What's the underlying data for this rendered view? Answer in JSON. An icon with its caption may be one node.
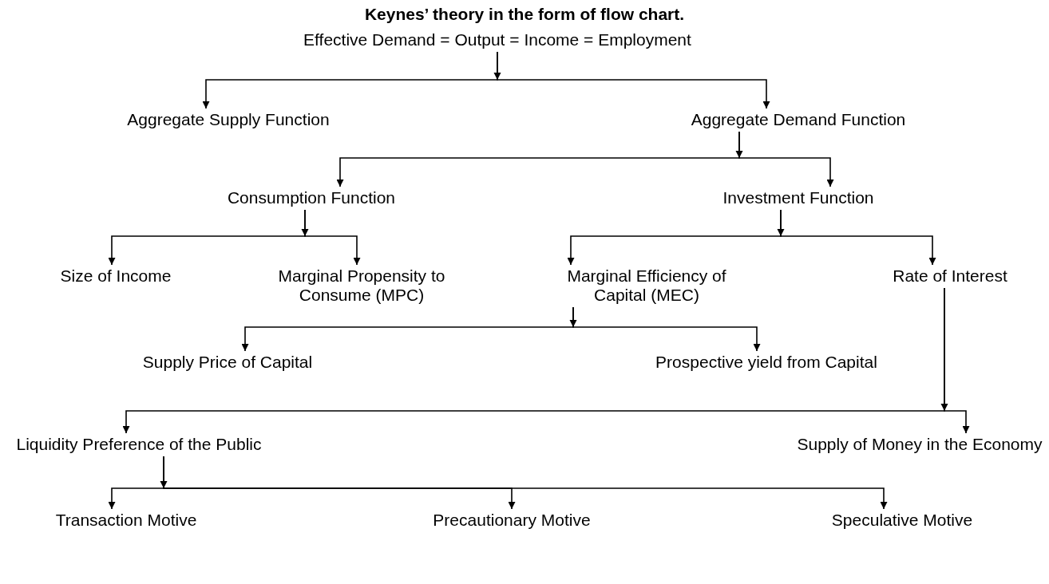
{
  "diagram": {
    "title": "Keynes’ theory in the form of flow chart.",
    "nodes": [
      {
        "text": [
          "Effective Demand = Output = Income = Employment"
        ]
      },
      {
        "text": [
          "Aggregate Supply Function"
        ]
      },
      {
        "text": [
          "Aggregate Demand Function"
        ]
      },
      {
        "text": [
          "Consumption Function"
        ]
      },
      {
        "text": [
          "Investment Function"
        ]
      },
      {
        "text": [
          "Size of Income"
        ]
      },
      {
        "text": [
          "Marginal Propensity to Consume (MPC)"
        ]
      },
      {
        "text": [
          "Marginal Efficiency of Capital (MEC)"
        ]
      },
      {
        "text": [
          "Rate of Interest"
        ]
      },
      {
        "text": [
          "Supply Price of Capital"
        ]
      },
      {
        "text": [
          "Prospective yield from Capital"
        ]
      },
      {
        "text": [
          "Liquidity Preference of the Public"
        ]
      },
      {
        "text": [
          "Supply of Money in the Economy"
        ]
      },
      {
        "text": [
          "Transaction Motive"
        ]
      },
      {
        "text": [
          "Precautionary Motive"
        ]
      },
      {
        "text": [
          "Speculative Motive"
        ]
      }
    ],
    "edges": [
      {
        "from": 0,
        "to": 1,
        "arrow": "to"
      },
      {
        "from": 0,
        "to": 2,
        "arrow": "to"
      },
      {
        "from": 2,
        "to": 3,
        "arrow": "to"
      },
      {
        "from": 2,
        "to": 4,
        "arrow": "to"
      },
      {
        "from": 3,
        "to": 5,
        "arrow": "to"
      },
      {
        "from": 3,
        "to": 6,
        "arrow": "to"
      },
      {
        "from": 4,
        "to": 7,
        "arrow": "to"
      },
      {
        "from": 4,
        "to": 8,
        "arrow": "to"
      },
      {
        "from": 7,
        "to": 9,
        "arrow": "to"
      },
      {
        "from": 7,
        "to": 10,
        "arrow": "to"
      },
      {
        "from": 8,
        "to": 11,
        "arrow": "to"
      },
      {
        "from": 8,
        "to": 12,
        "arrow": "to"
      },
      {
        "from": 11,
        "to": 13,
        "arrow": "to"
      },
      {
        "from": 11,
        "to": 14,
        "arrow": "to"
      },
      {
        "from": 11,
        "to": 15,
        "arrow": "to"
      }
    ]
  }
}
